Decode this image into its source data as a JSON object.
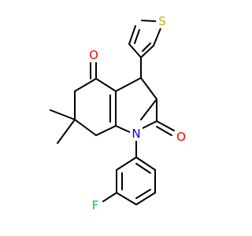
{
  "molecule": {
    "atoms": [
      {
        "id": "oxygen-ketone",
        "label": "O",
        "color": "#FF0000"
      },
      {
        "id": "sulfur-thiophene",
        "label": "S",
        "color": "#B8B800"
      },
      {
        "id": "oxygen-lactam",
        "label": "O",
        "color": "#FF0000"
      },
      {
        "id": "nitrogen-ring",
        "label": "N",
        "color": "#0000FF"
      },
      {
        "id": "fluorine",
        "label": "F",
        "color": "#00CC33"
      }
    ]
  }
}
